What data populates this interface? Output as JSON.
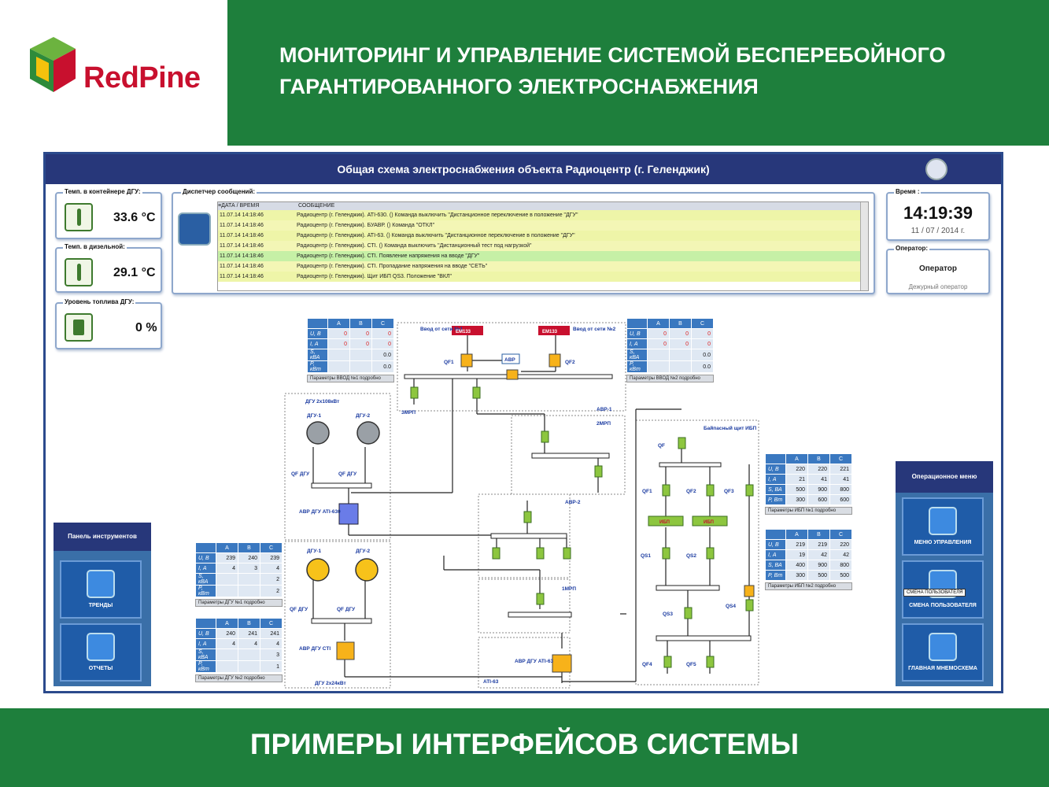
{
  "header": {
    "logo_text": "RedPine",
    "title_line1": "МОНИТОРИНГ И УПРАВЛЕНИЕ СИСТЕМОЙ БЕСПЕРЕБОЙНОГО",
    "title_line2": "ГАРАНТИРОВАННОГО ЭЛЕКТРОСНАБЖЕНИЯ"
  },
  "footer": {
    "text": "ПРИМЕРЫ ИНТЕРФЕЙСОВ СИСТЕМЫ"
  },
  "screen": {
    "title": "Общая схема электроснабжения объекта Радиоцентр (г. Геленджик)",
    "temp_container_label": "Темп. в контейнере ДГУ:",
    "temp_container_value": "33.6 °C",
    "temp_diesel_label": "Темп. в дизельной:",
    "temp_diesel_value": "29.1 °C",
    "fuel_label": "Уровень топлива ДГУ:",
    "fuel_value": "0 %",
    "dispatcher_label": "Диспетчер сообщений:",
    "col_datetime": "≡ДАТА / ВРЕМЯ",
    "col_message": "СООБЩЕНИЕ",
    "messages": [
      {
        "dt": "11.07.14  14:18:46",
        "text": "Радиоцентр (г. Геленджик).   ATI-630.   ()   Команда выключить \"Дистанционное переключение в положение \"ДГУ\""
      },
      {
        "dt": "11.07.14  14:18:46",
        "text": "Радиоцентр (г. Геленджик).   БУАВР.   ()   Команда \"ОТКЛ\""
      },
      {
        "dt": "11.07.14  14:18:46",
        "text": "Радиоцентр (г. Геленджик).   ATI-63.   ()   Команда выключить \"Дистанционное переключение в положение \"ДГУ\""
      },
      {
        "dt": "11.07.14  14:18:46",
        "text": "Радиоцентр (г. Геленджик).   СТI.   ()   Команда выключить \"Дистанционный тест под нагрузкой\""
      },
      {
        "dt": "11.07.14  14:18:46",
        "text": "Радиоцентр (г. Геленджик).   СТI.   Появление напряжения на вводе \"ДГУ\""
      },
      {
        "dt": "11.07.14  14:18:46",
        "text": "Радиоцентр (г. Геленджик).   СТI.   Пропадание напряжения на вводе \"СЕТЬ\""
      },
      {
        "dt": "11.07.14  14:18:46",
        "text": "Радиоцентр (г. Геленджик).   Щит ИБП QS3.   Положение \"ВКЛ\""
      }
    ],
    "time_label": "Время :",
    "time": "14:19:39",
    "date": "11 / 07 / 2014  г.",
    "operator_label": "Оператор:",
    "operator": "Оператор",
    "operator_role": "Дежурный оператор",
    "tools_title": "Панель инструментов",
    "tools": [
      {
        "label": "ТРЕНДЫ"
      },
      {
        "label": "ОТЧЕТЫ"
      }
    ],
    "menu_title": "Операционное меню",
    "menu": [
      {
        "label": "МЕНЮ УПРАВЛЕНИЯ"
      },
      {
        "label": "СМЕНА ПОЛЬЗОВАТЕЛЯ"
      },
      {
        "label": "ГЛАВНАЯ МНЕМОСХЕМА"
      }
    ],
    "tooltip": "СМЕНА ПОЛЬЗОВАТЕЛЯ"
  },
  "tables": {
    "cols": [
      "A",
      "B",
      "C"
    ],
    "vvod1": {
      "rows": [
        [
          "U, В",
          "0",
          "0",
          "0"
        ],
        [
          "I, А",
          "0",
          "0",
          "0"
        ],
        [
          "S, кВА",
          "",
          "",
          "0.0"
        ],
        [
          "P, кВт",
          "",
          "",
          "0.0"
        ]
      ],
      "button": "Параметры ВВОД №1 подробно"
    },
    "vvod2": {
      "rows": [
        [
          "U, В",
          "0",
          "0",
          "0"
        ],
        [
          "I, А",
          "0",
          "0",
          "0"
        ],
        [
          "S, кВА",
          "",
          "",
          "0.0"
        ],
        [
          "P, кВт",
          "",
          "",
          "0.0"
        ]
      ],
      "button": "Параметры ВВОД №2 подробно"
    },
    "dgu1": {
      "rows": [
        [
          "U, В",
          "239",
          "240",
          "239"
        ],
        [
          "I, А",
          "4",
          "3",
          "4"
        ],
        [
          "S, кВА",
          "",
          "",
          "2"
        ],
        [
          "P, кВт",
          "",
          "",
          "2"
        ]
      ],
      "button": "Параметры ДГУ №1 подробно"
    },
    "dgu2": {
      "rows": [
        [
          "U, В",
          "240",
          "241",
          "241"
        ],
        [
          "I, А",
          "4",
          "4",
          "4"
        ],
        [
          "S, кВА",
          "",
          "",
          "3"
        ],
        [
          "P, кВт",
          "",
          "",
          "1"
        ]
      ],
      "button": "Параметры ДГУ №2 подробно"
    },
    "ibp1": {
      "rows": [
        [
          "U, В",
          "220",
          "220",
          "221"
        ],
        [
          "I, А",
          "21",
          "41",
          "41"
        ],
        [
          "S, ВА",
          "500",
          "900",
          "800"
        ],
        [
          "P, Вт",
          "300",
          "600",
          "600"
        ]
      ],
      "button": "Параметры ИБП №1 подробно"
    },
    "ibp2": {
      "rows": [
        [
          "U, В",
          "219",
          "219",
          "220"
        ],
        [
          "I, А",
          "19",
          "42",
          "42"
        ],
        [
          "S, ВА",
          "400",
          "900",
          "800"
        ],
        [
          "P, Вт",
          "300",
          "500",
          "500"
        ]
      ],
      "button": "Параметры ИБП №2 подробно"
    }
  },
  "diagram": {
    "vvod1": "Ввод от сети №1",
    "vvod2": "Ввод от сети №2",
    "meter": "EM133",
    "qf1": "QF1",
    "qf2": "QF2",
    "avr": "АВР",
    "mrp3": "3МРП",
    "avr1": "АВР-1",
    "mrp2": "2МРП",
    "avr2": "АВР-2",
    "mrp1": "1МРП",
    "dgu_big": "ДГУ 2х108кВт",
    "dgu_small": "ДГУ 2х24кВт",
    "dgu1": "ДГУ-1",
    "dgu2": "ДГУ-2",
    "qf_dgu": "QF ДГУ",
    "avr_dgu_ati630": "АВР ДГУ ATI-630",
    "avr_dgu_cti": "АВР ДГУ CTI",
    "avr_dgu_ati63": "АВР ДГУ ATI-63",
    "ati63": "ATI-63",
    "bypass": "Байпасный щит ИБП",
    "qf": "QF",
    "qf3": "QF3",
    "ibp": "ИБП",
    "qs1": "QS1",
    "qs2": "QS2",
    "qs3": "QS3",
    "qs4": "QS4",
    "qf4": "QF4",
    "qf5": "QF5"
  }
}
